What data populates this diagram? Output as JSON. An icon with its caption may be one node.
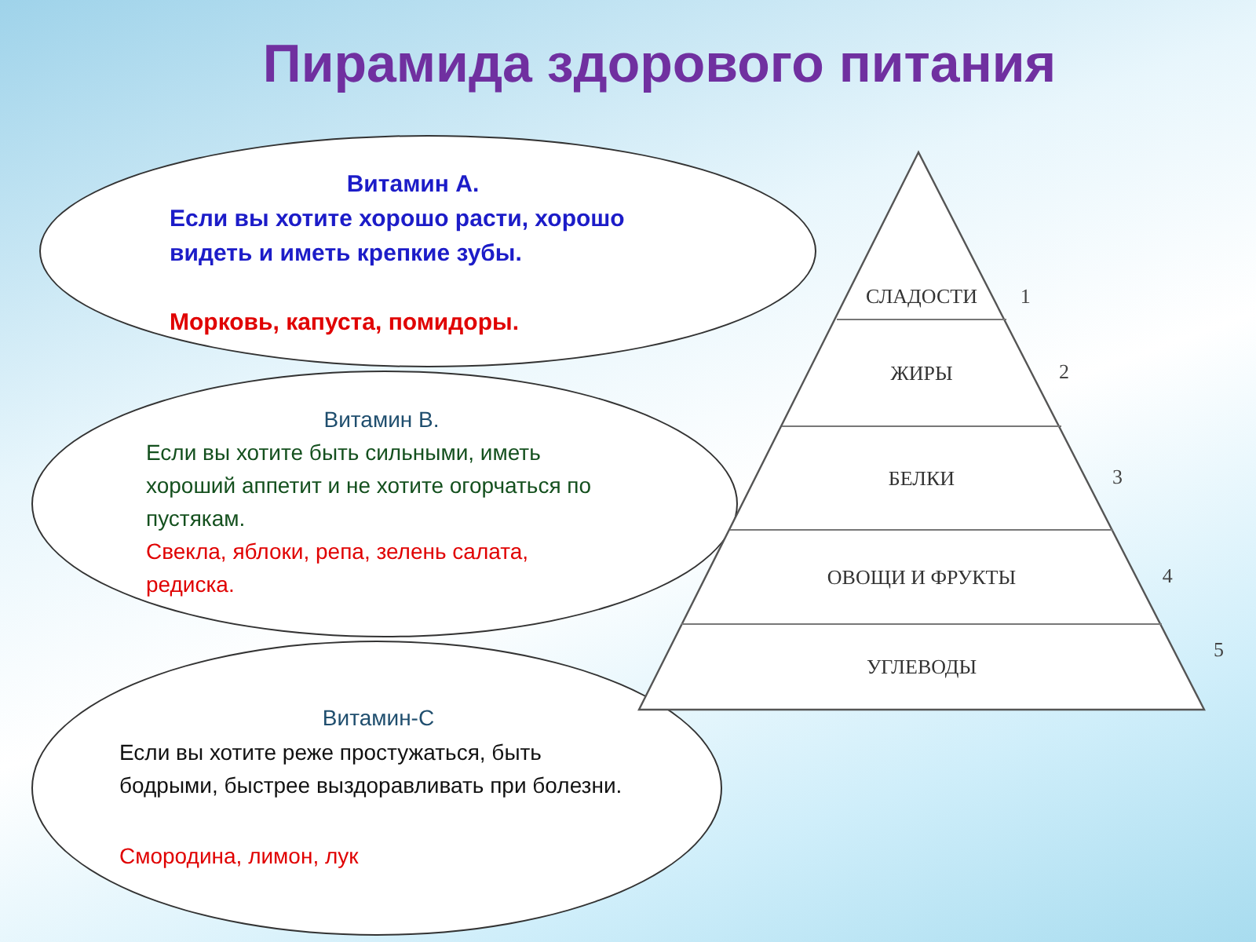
{
  "diagram": {
    "title": "Пирамида здорового питания",
    "nodes": [
      {
        "text": [
          "Витамин  А.",
          "Если вы хотите хорошо расти, хорошо видеть и иметь крепкие зубы.",
          "Морковь, капуста, помидоры."
        ]
      },
      {
        "text": [
          "Витамин  В.",
          "Если вы хотите быть сильными, иметь хороший аппетит и не хотите огорчаться по пустякам.",
          "Свекла, яблоки, репа, зелень салата, редиска."
        ]
      },
      {
        "text": [
          "Витамин-С",
          "Если вы хотите реже простужаться, быть бодрыми, быстрее выздоравливать при болезни.",
          "Смородина, лимон, лук"
        ]
      },
      {
        "text": [],
        "shape": "triangle"
      },
      {
        "text": [
          "СЛАДОСТИ"
        ],
        "in": 3,
        "beside": [
          "1"
        ]
      },
      {
        "text": [
          "ЖИРЫ"
        ],
        "in": 3,
        "beside": [
          "2"
        ]
      },
      {
        "text": [
          "БЕЛКИ"
        ],
        "in": 3,
        "beside": [
          "3"
        ]
      },
      {
        "text": [
          "ОВОЩИ И ФРУКТЫ"
        ],
        "in": 3,
        "beside": [
          "4"
        ]
      },
      {
        "text": [
          "УГЛЕВОДЫ"
        ],
        "in": 3
      }
    ],
    "labels": [
      "5"
    ],
    "edges": []
  }
}
